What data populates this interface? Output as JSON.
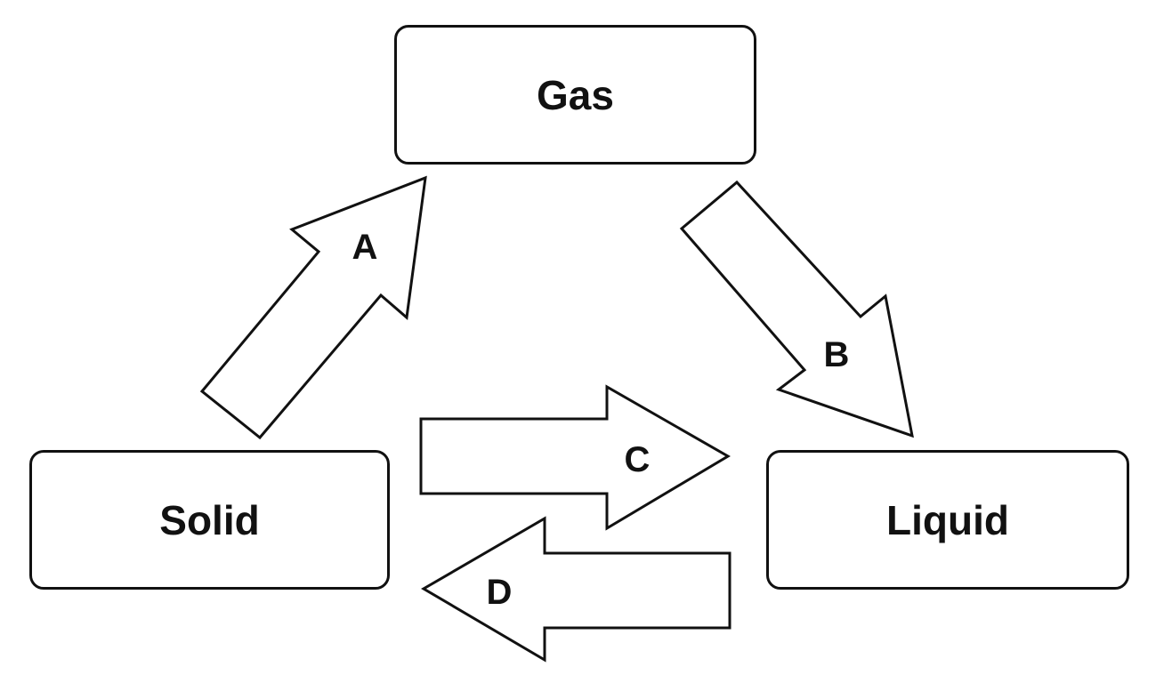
{
  "diagram": {
    "nodes": {
      "gas": "Gas",
      "solid": "Solid",
      "liquid": "Liquid"
    },
    "arrows": {
      "a": {
        "label": "A",
        "from": "Solid",
        "to": "Gas"
      },
      "b": {
        "label": "B",
        "from": "Gas",
        "to": "Liquid"
      },
      "c": {
        "label": "C",
        "from": "Solid",
        "to": "Liquid"
      },
      "d": {
        "label": "D",
        "from": "Liquid",
        "to": "Solid"
      }
    },
    "colors": {
      "stroke": "#111111",
      "fill": "#ffffff"
    }
  }
}
